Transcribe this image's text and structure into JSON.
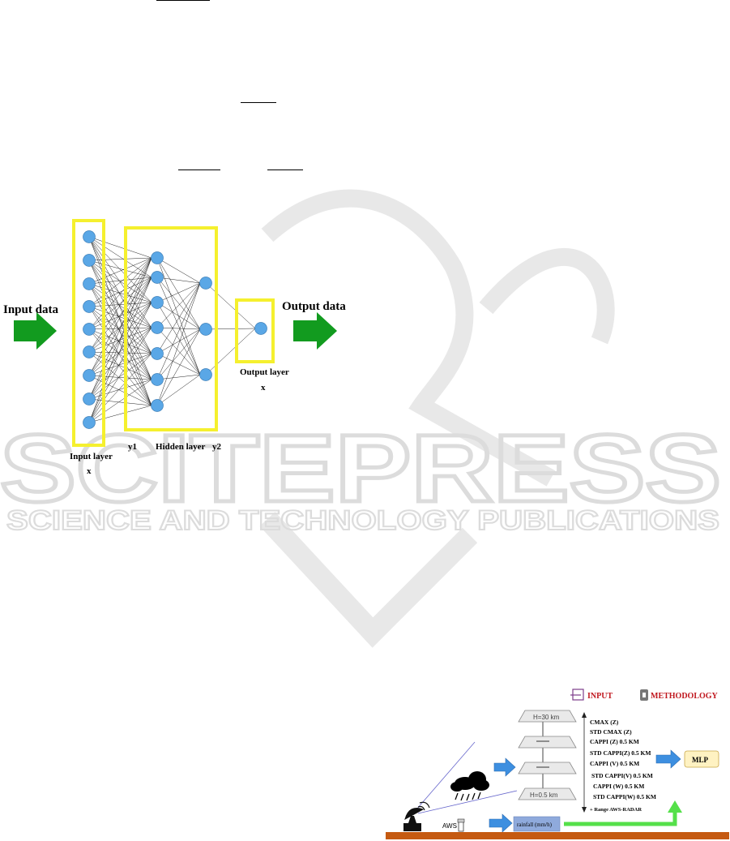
{
  "watermark": {
    "word": "SCITEPRESS",
    "tagline": "SCIENCE AND TECHNOLOGY PUBLICATIONS"
  },
  "nn_figure": {
    "input_data_label": "Input data",
    "output_data_label": "Output data",
    "input_layer_label": "Input layer",
    "input_layer_var": "x",
    "hidden_layer_label": "Hidden layer",
    "hidden_var_1": "y1",
    "hidden_var_2": "y2",
    "output_layer_label": "Output layer",
    "output_layer_var": "x",
    "node_color": "#5aa7e6",
    "box_color": "#f5f02e",
    "arrow_color": "#129b1f"
  },
  "method_figure": {
    "legend_input": "INPUT",
    "legend_methodology": "METHODOLOGY",
    "plane_top": "H=30 km",
    "plane_bottom": "H=0.5 km",
    "features": [
      "CMAX (Z)",
      "STD CMAX (Z)",
      "CAPPI (Z) 0.5 KM",
      "STD CAPPI(Z) 0.5 KM",
      "CAPPI (V) 0.5 KM",
      "STD CAPPI(V) 0.5 KM",
      "CAPPI (W) 0.5 KM",
      "STD CAPPI(W) 0.5 KM",
      "+ Range AWS-RADAR"
    ],
    "model": "MLP",
    "aws_label": "AWS",
    "rainfall_label": "rainfall (mm/h)",
    "legend_color": "#c0171e",
    "ground_color": "#c55a11"
  }
}
